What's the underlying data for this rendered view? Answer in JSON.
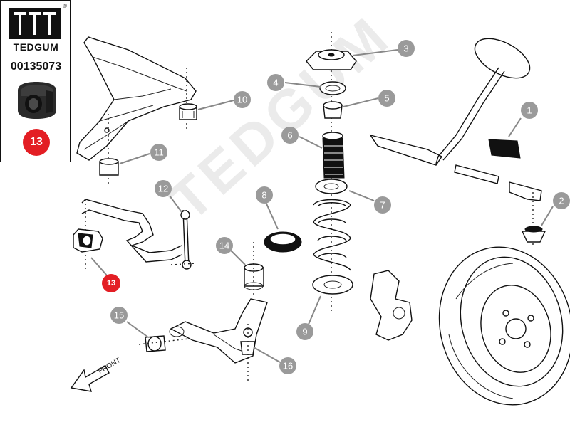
{
  "brand": {
    "name": "TEDGUM",
    "registered_mark": "®",
    "part_number": "00135073",
    "position_badge": "13"
  },
  "watermark": "TEDGUM",
  "diagram": {
    "direction_label": "FRONT",
    "callouts": [
      {
        "number": "1"
      },
      {
        "number": "2"
      },
      {
        "number": "3"
      },
      {
        "number": "4"
      },
      {
        "number": "5"
      },
      {
        "number": "6"
      },
      {
        "number": "7"
      },
      {
        "number": "8"
      },
      {
        "number": "9"
      },
      {
        "number": "10"
      },
      {
        "number": "11"
      },
      {
        "number": "12"
      },
      {
        "number": "13"
      },
      {
        "number": "14"
      },
      {
        "number": "15"
      },
      {
        "number": "16"
      }
    ],
    "highlighted_callout": "13"
  },
  "colors": {
    "callout_gray": "#9a9a9a",
    "highlight_red": "#e31e24",
    "watermark_gray": "#ebebeb"
  }
}
